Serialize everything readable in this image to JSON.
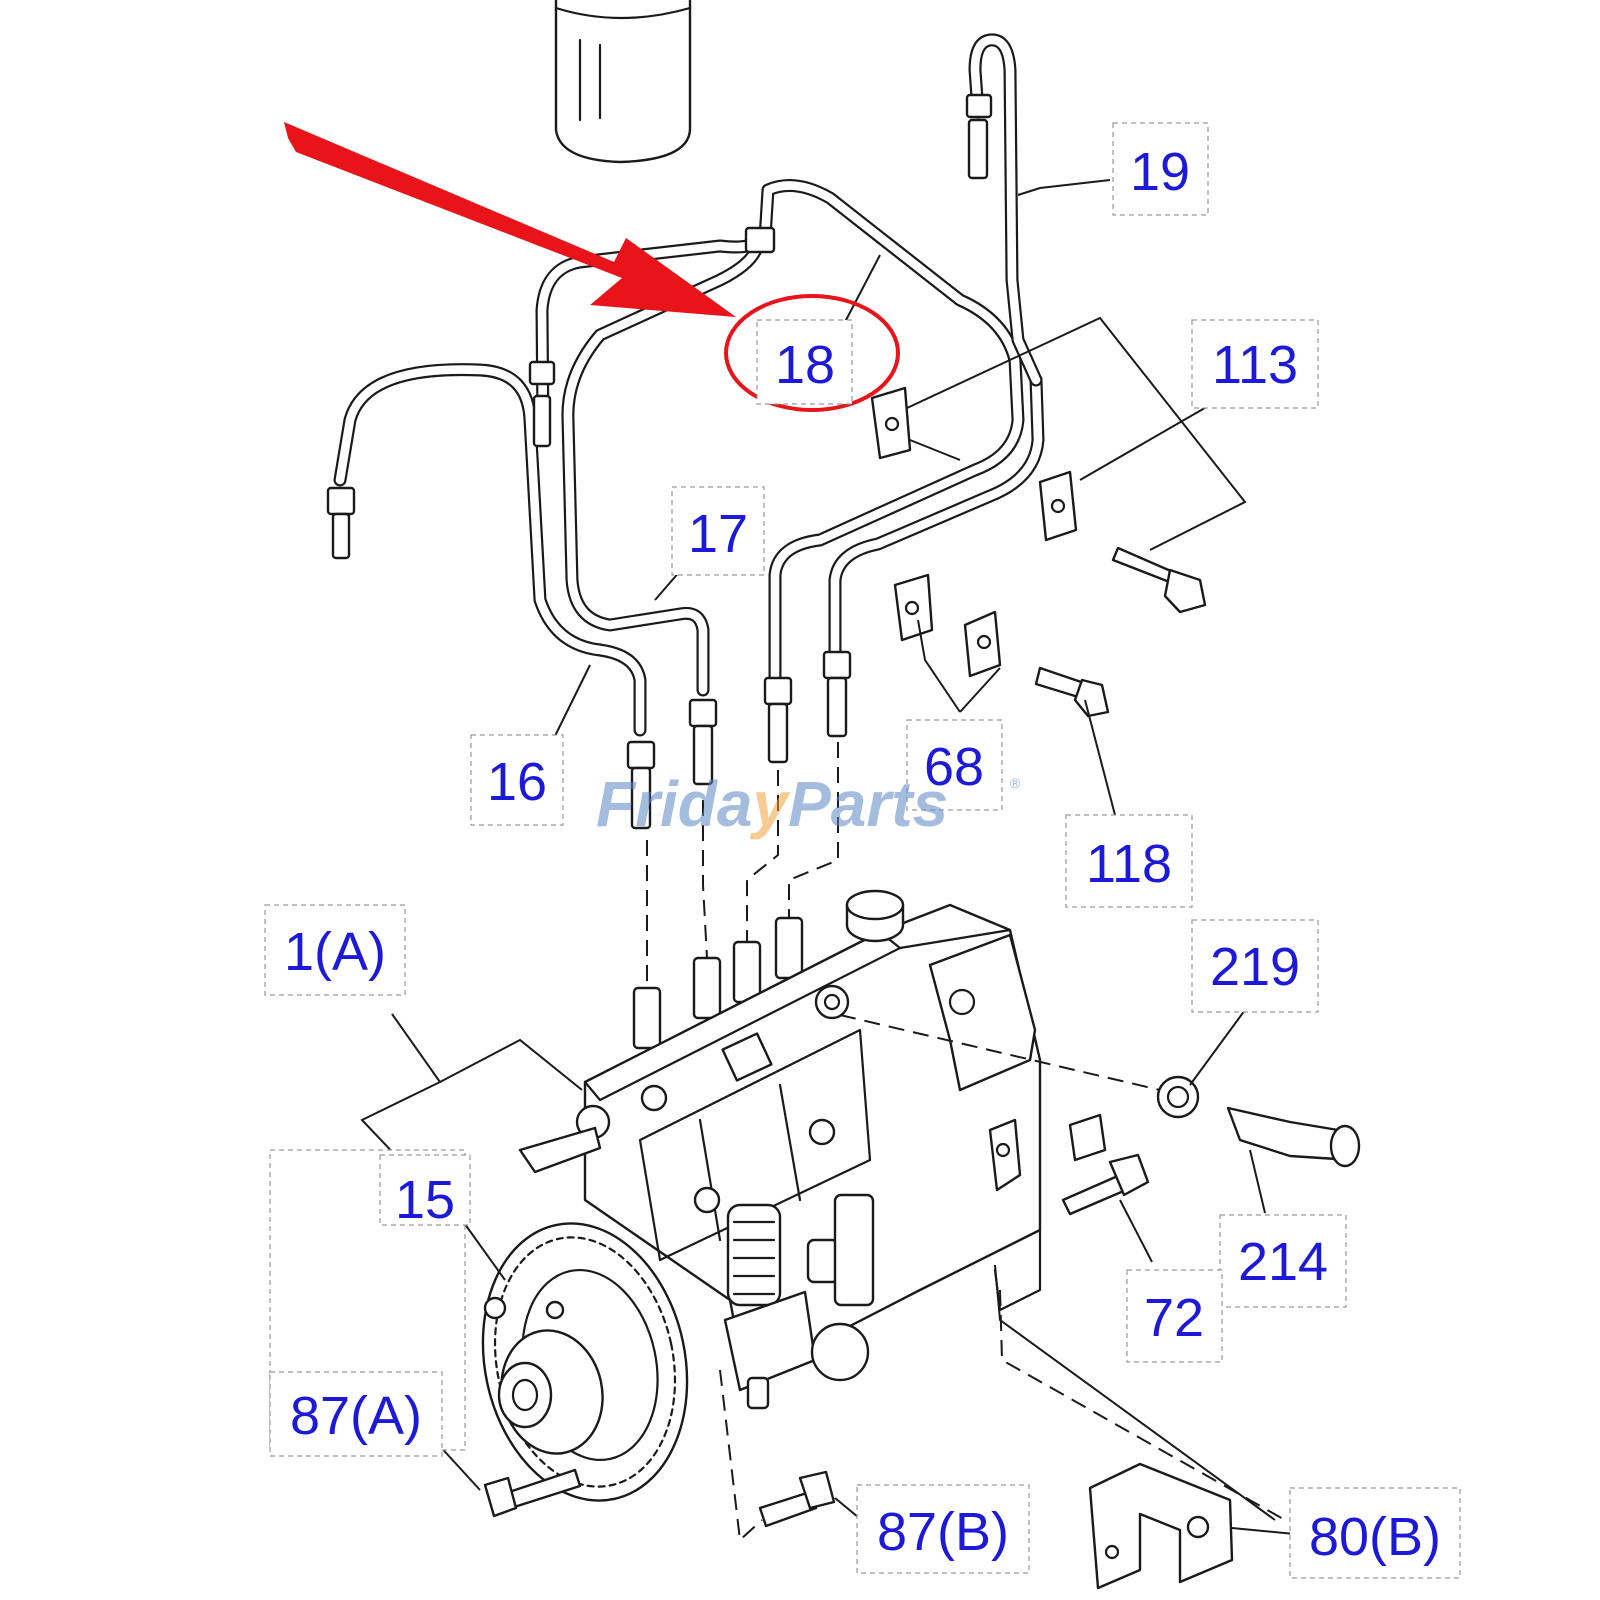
{
  "labels": {
    "p1a": "1(A)",
    "p15": "15",
    "p16": "16",
    "p17": "17",
    "p18": "18",
    "p19": "19",
    "p68": "68",
    "p72": "72",
    "p80b": "80(B)",
    "p87a": "87(A)",
    "p87b": "87(B)",
    "p113": "113",
    "p118": "118",
    "p214": "214",
    "p219": "219"
  },
  "watermark": {
    "part1": "Frida",
    "part2": "y",
    "part3": "Parts",
    "mark": "®"
  },
  "colors": {
    "label_text": "#1c1ad8",
    "highlight_arrow": "#e8141a",
    "highlight_circle": "#e8141a",
    "watermark_blue": "#5b86c4",
    "watermark_orange": "#f2a33a"
  },
  "highlighted_part": "18"
}
